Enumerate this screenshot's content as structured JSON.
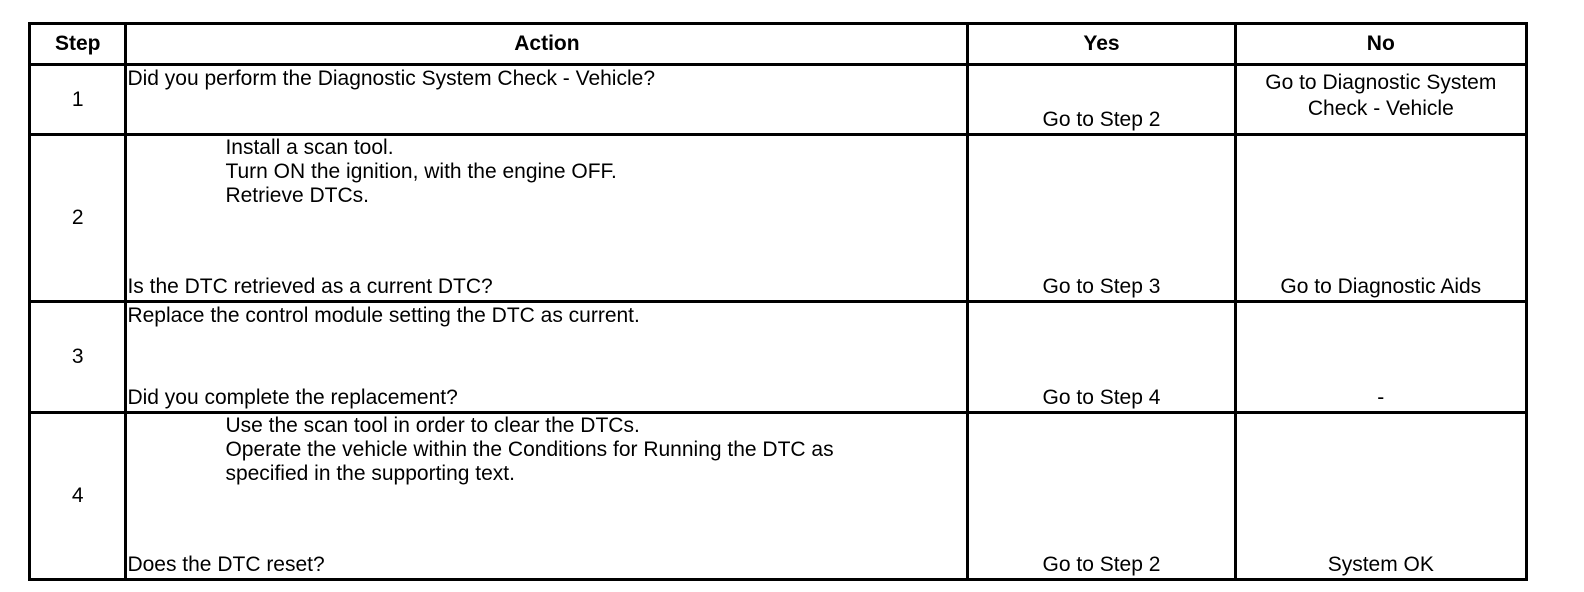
{
  "headers": {
    "step": "Step",
    "action": "Action",
    "yes": "Yes",
    "no": "No"
  },
  "rows": [
    {
      "step": "1",
      "question": "Did you perform the Diagnostic System Check - Vehicle?",
      "yes": "Go to Step 2",
      "no_line1": "Go to Diagnostic System",
      "no_line2": "Check - Vehicle"
    },
    {
      "step": "2",
      "instructions": [
        "Install a scan tool.",
        "Turn ON the ignition, with the engine OFF.",
        "Retrieve DTCs."
      ],
      "question": "Is the DTC retrieved as a current DTC?",
      "yes": "Go to Step 3",
      "no": "Go to Diagnostic Aids"
    },
    {
      "step": "3",
      "instruction": "Replace the control module setting the DTC as current.",
      "question": "Did you complete the replacement?",
      "yes": "Go to Step 4",
      "no": "-"
    },
    {
      "step": "4",
      "instructions": [
        "Use the scan tool in order to clear the DTCs.",
        "Operate the vehicle within the Conditions for Running the DTC as",
        "specified in the supporting text."
      ],
      "question": "Does the DTC reset?",
      "yes": "Go to Step 2",
      "no": "System OK"
    }
  ]
}
